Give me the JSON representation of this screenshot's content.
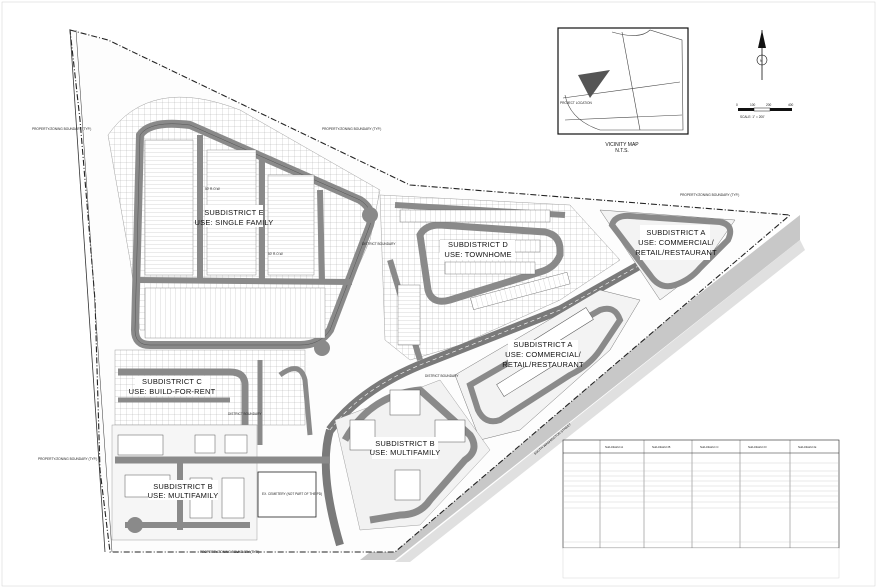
{
  "subdistricts": [
    {
      "name": "SUBDISTRICT E",
      "use": "USE: SINGLE FAMILY"
    },
    {
      "name": "SUBDISTRICT D",
      "use": "USE: TOWNHOME"
    },
    {
      "name": "SUBDISTRICT A",
      "use": "USE: COMMERCIAL/",
      "use2": "RETAIL/RESTAURANT"
    },
    {
      "name": "SUBDISTRICT A",
      "use": "USE: COMMERCIAL/",
      "use2": "RETAIL/RESTAURANT"
    },
    {
      "name": "SUBDISTRICT C",
      "use": "USE: BUILD-FOR-RENT"
    },
    {
      "name": "SUBDISTRICT B",
      "use": "USE: MULTIFAMILY"
    },
    {
      "name": "SUBDISTRICT B",
      "use": "USE: MULTIFAMILY"
    }
  ],
  "vicinity_map": {
    "title": "VICINITY MAP",
    "subtitle": "N.T.S.",
    "project_label": "PROJECT LOCATION"
  },
  "scale": {
    "label": "SCALE: 1\" = 200'",
    "ticks": [
      "0",
      "100",
      "200",
      "400"
    ]
  },
  "labels": {
    "property_zoning": "PROPERTY/ZONING BOUNDARY (TYP.)",
    "district_boundary": "DISTRICT BOUNDARY",
    "south_washington": "SOUTH WASHINGTON STREET",
    "cemetery": "EX. CEMETERY (NOT PART OF THE PD)",
    "row": "50' R.O.W."
  },
  "table": {
    "headers": [
      "Sub-District A",
      "Sub-District B",
      "Sub-District C",
      "Sub-District D",
      "Sub-District E"
    ]
  }
}
